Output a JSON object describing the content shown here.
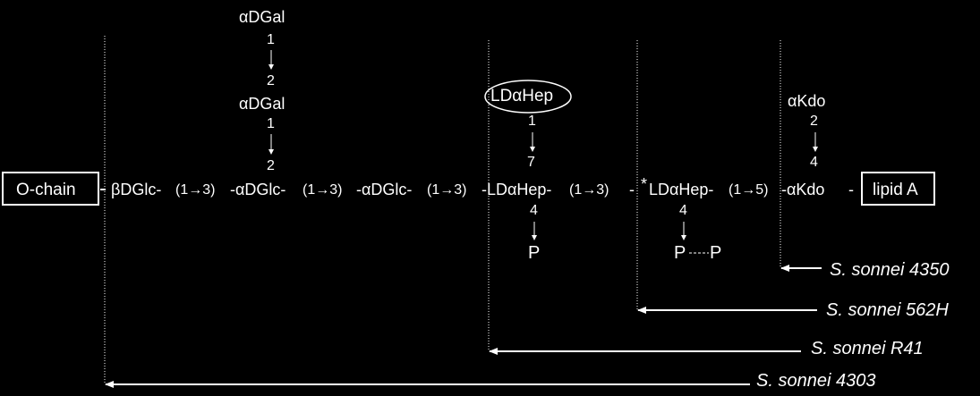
{
  "branch_left": {
    "upper_sugar": "αDGal",
    "upper_pos1": "1",
    "upper_pos2": "2",
    "lower_sugar": "αDGal",
    "lower_pos1": "1",
    "lower_pos2": "2"
  },
  "branch_hep": {
    "sugar": "LDαHep",
    "pos1": "1",
    "pos2": "7"
  },
  "branch_kdo": {
    "sugar": "αKdo",
    "pos1": "2",
    "pos2": "4"
  },
  "main_chain": {
    "o_chain": "O-chain",
    "seq1": "βDGlc-",
    "link1": "(1→3)",
    "seq2": "-αDGlc-",
    "link2": "(1→3)",
    "seq3": "-αDGlc-",
    "link3": "(1→3)",
    "seq4": "-LDαHep-",
    "link4": "(1→3)",
    "seq5": "-",
    "star": "*",
    "seq6": "LDαHep-",
    "link5": "(1→5)",
    "seq7": "-αKdo",
    "dash_end": "-",
    "lipid_a": "lipid A"
  },
  "substituents": {
    "hep1_pos": "4",
    "hep1_p": "P",
    "hep2_pos": "4",
    "hep2_p1": "P",
    "hep2_p2": "P"
  },
  "strains": {
    "s4350": "S. sonnei 4350",
    "s562h": "S. sonnei 562H",
    "sr41": "S. sonnei R41",
    "s4303": "S. sonnei 4303"
  }
}
